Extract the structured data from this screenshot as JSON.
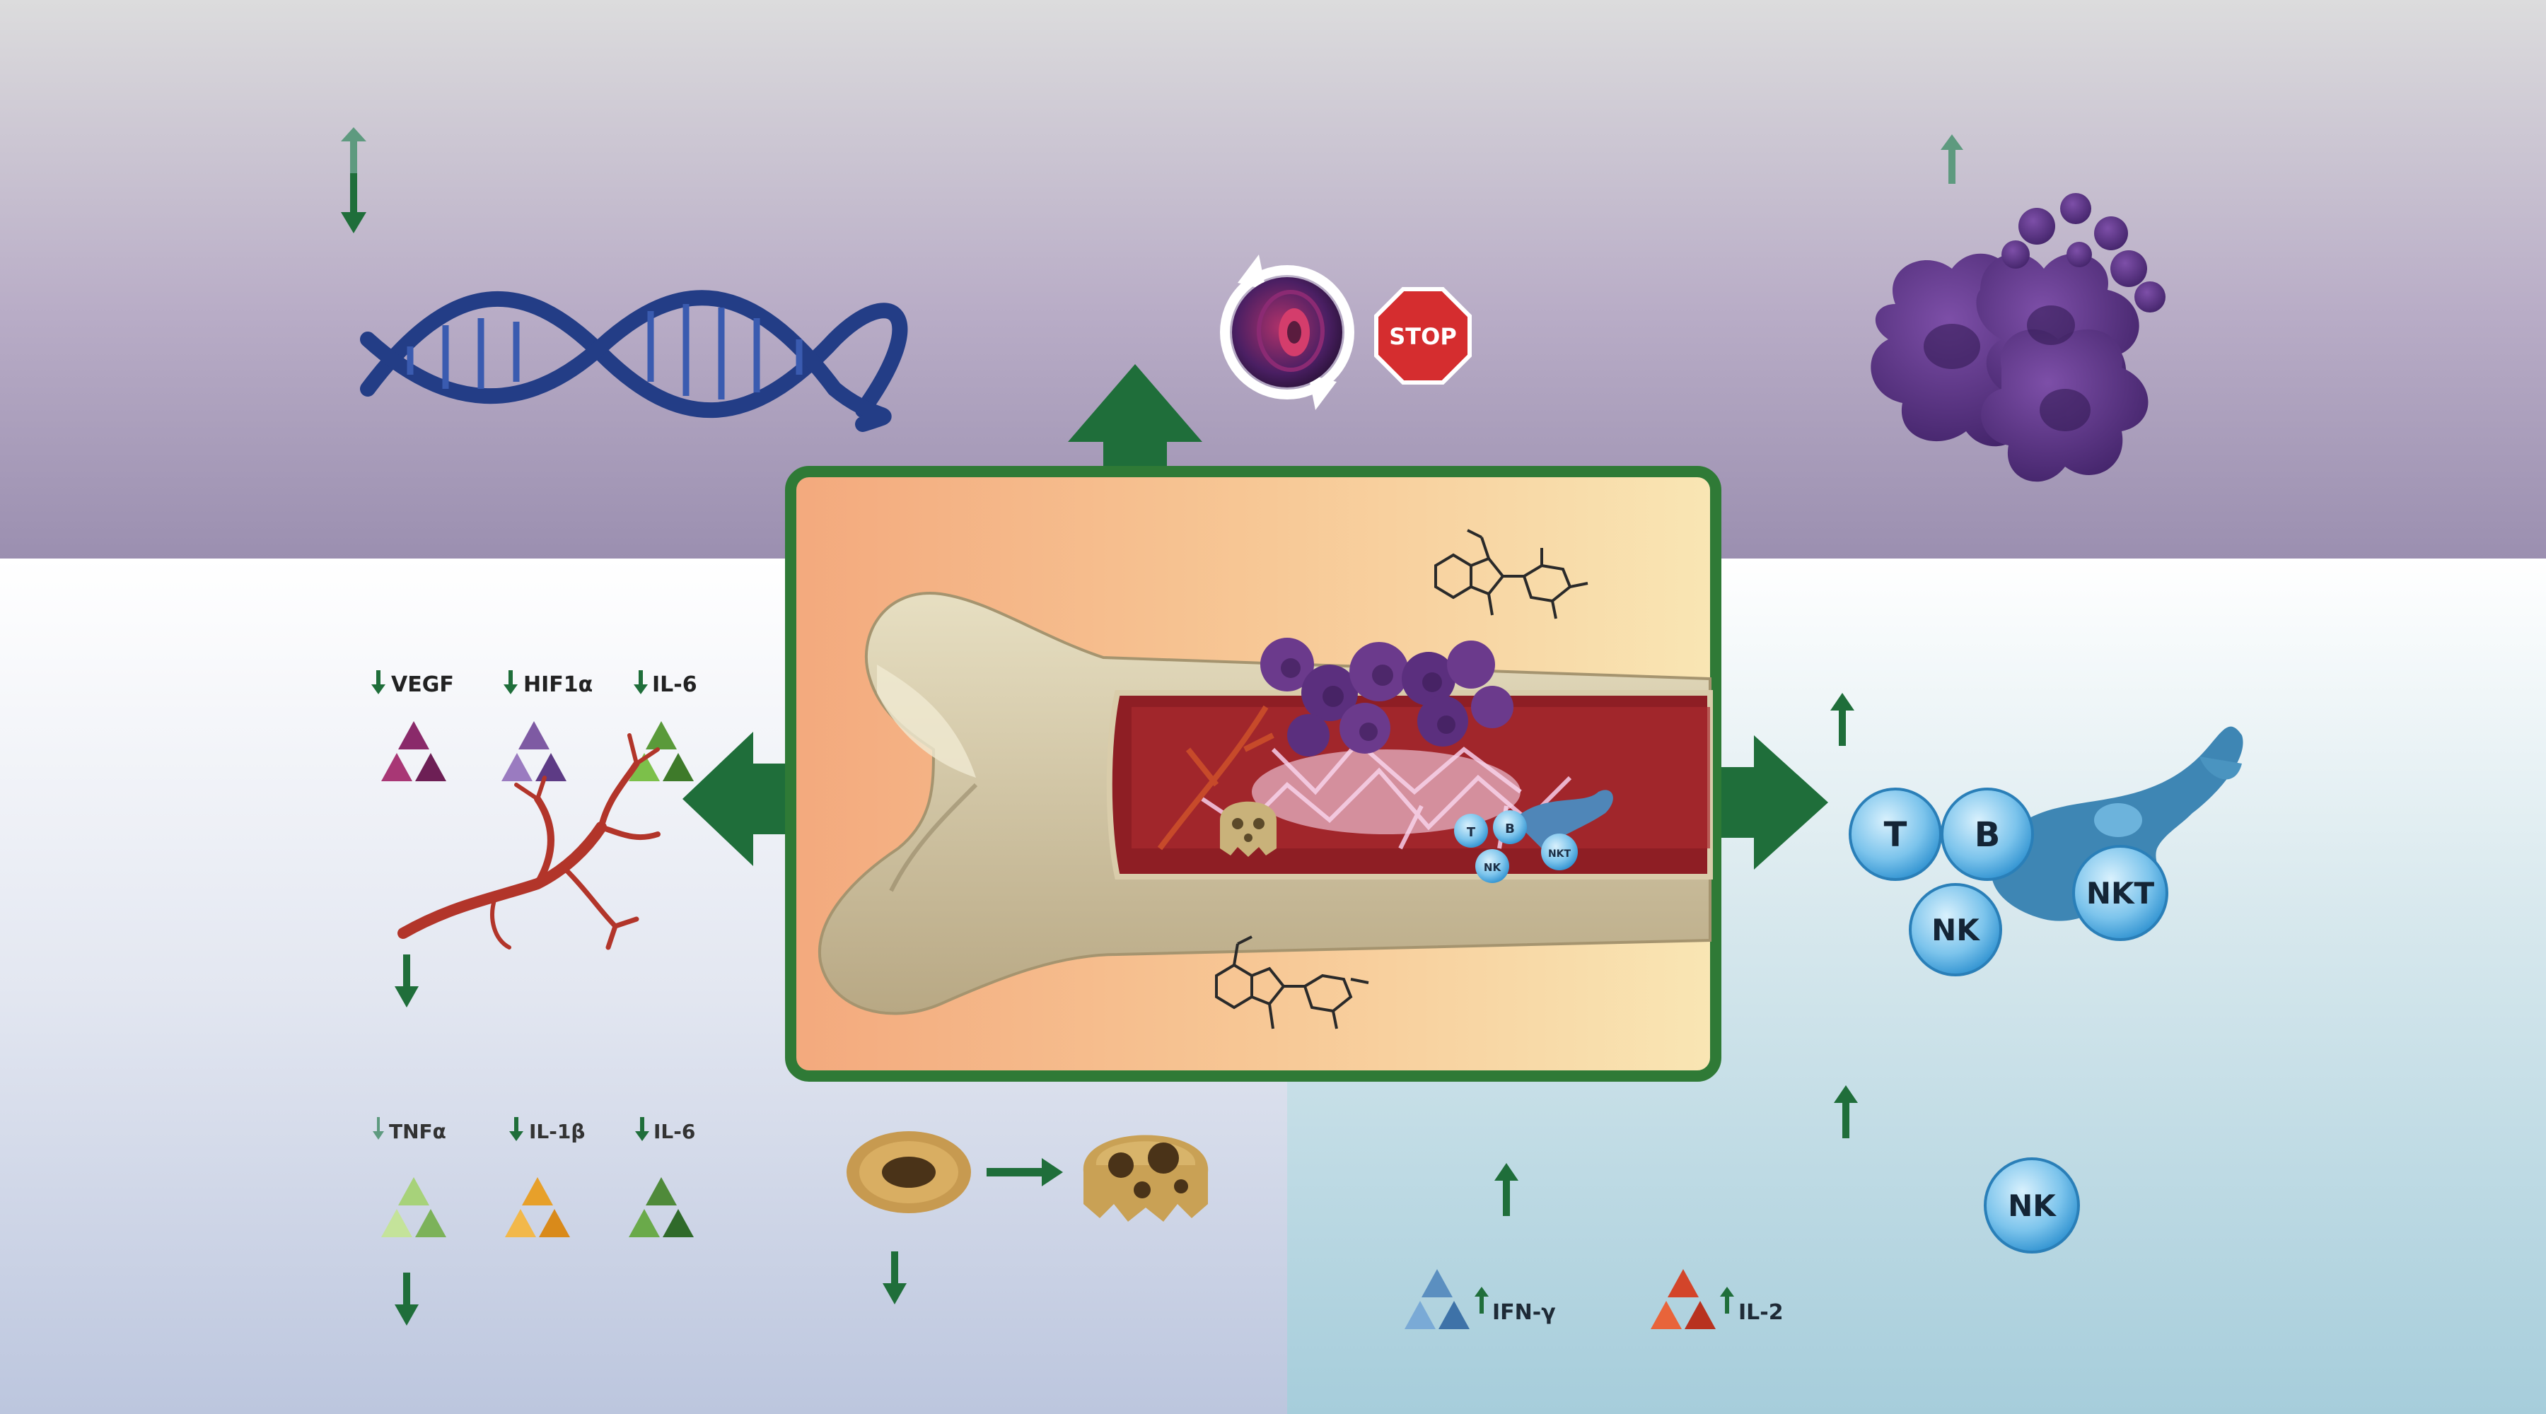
{
  "labels": {
    "vegf": "VEGF",
    "hif1a": "HIF1α",
    "il6_top": "IL-6",
    "tnfa": "TNFα",
    "il1b": "IL-1β",
    "il6_bottom": "IL-6",
    "ifng": "IFN-γ",
    "il2": "IL-2",
    "stop": "STOP"
  },
  "cells": {
    "t": "T",
    "b": "B",
    "nk": "NK",
    "nkt": "NKT",
    "nk_alone": "NK",
    "mini_t": "T",
    "mini_b": "B",
    "mini_nk": "NK",
    "mini_nkt": "NKT"
  },
  "colors": {
    "arrow_green": "#1f6e3a",
    "light_arrow": "#5e9a7f",
    "dna": "#233d86",
    "myeloma": "#5b3484",
    "stop_red": "#d52d2f",
    "frame_green": "#2f7a36",
    "vessel": "#b2352a",
    "immune_cell": "#3fa3d8"
  },
  "icons": [
    "dna-helix-icon",
    "stop-sign-icon",
    "cell-cycle-icon",
    "myeloma-cluster-icon",
    "blood-vessel-icon",
    "bone-icon",
    "osteoclast-icon",
    "chemical-structure-icon",
    "cytokine-triangle-icon"
  ]
}
